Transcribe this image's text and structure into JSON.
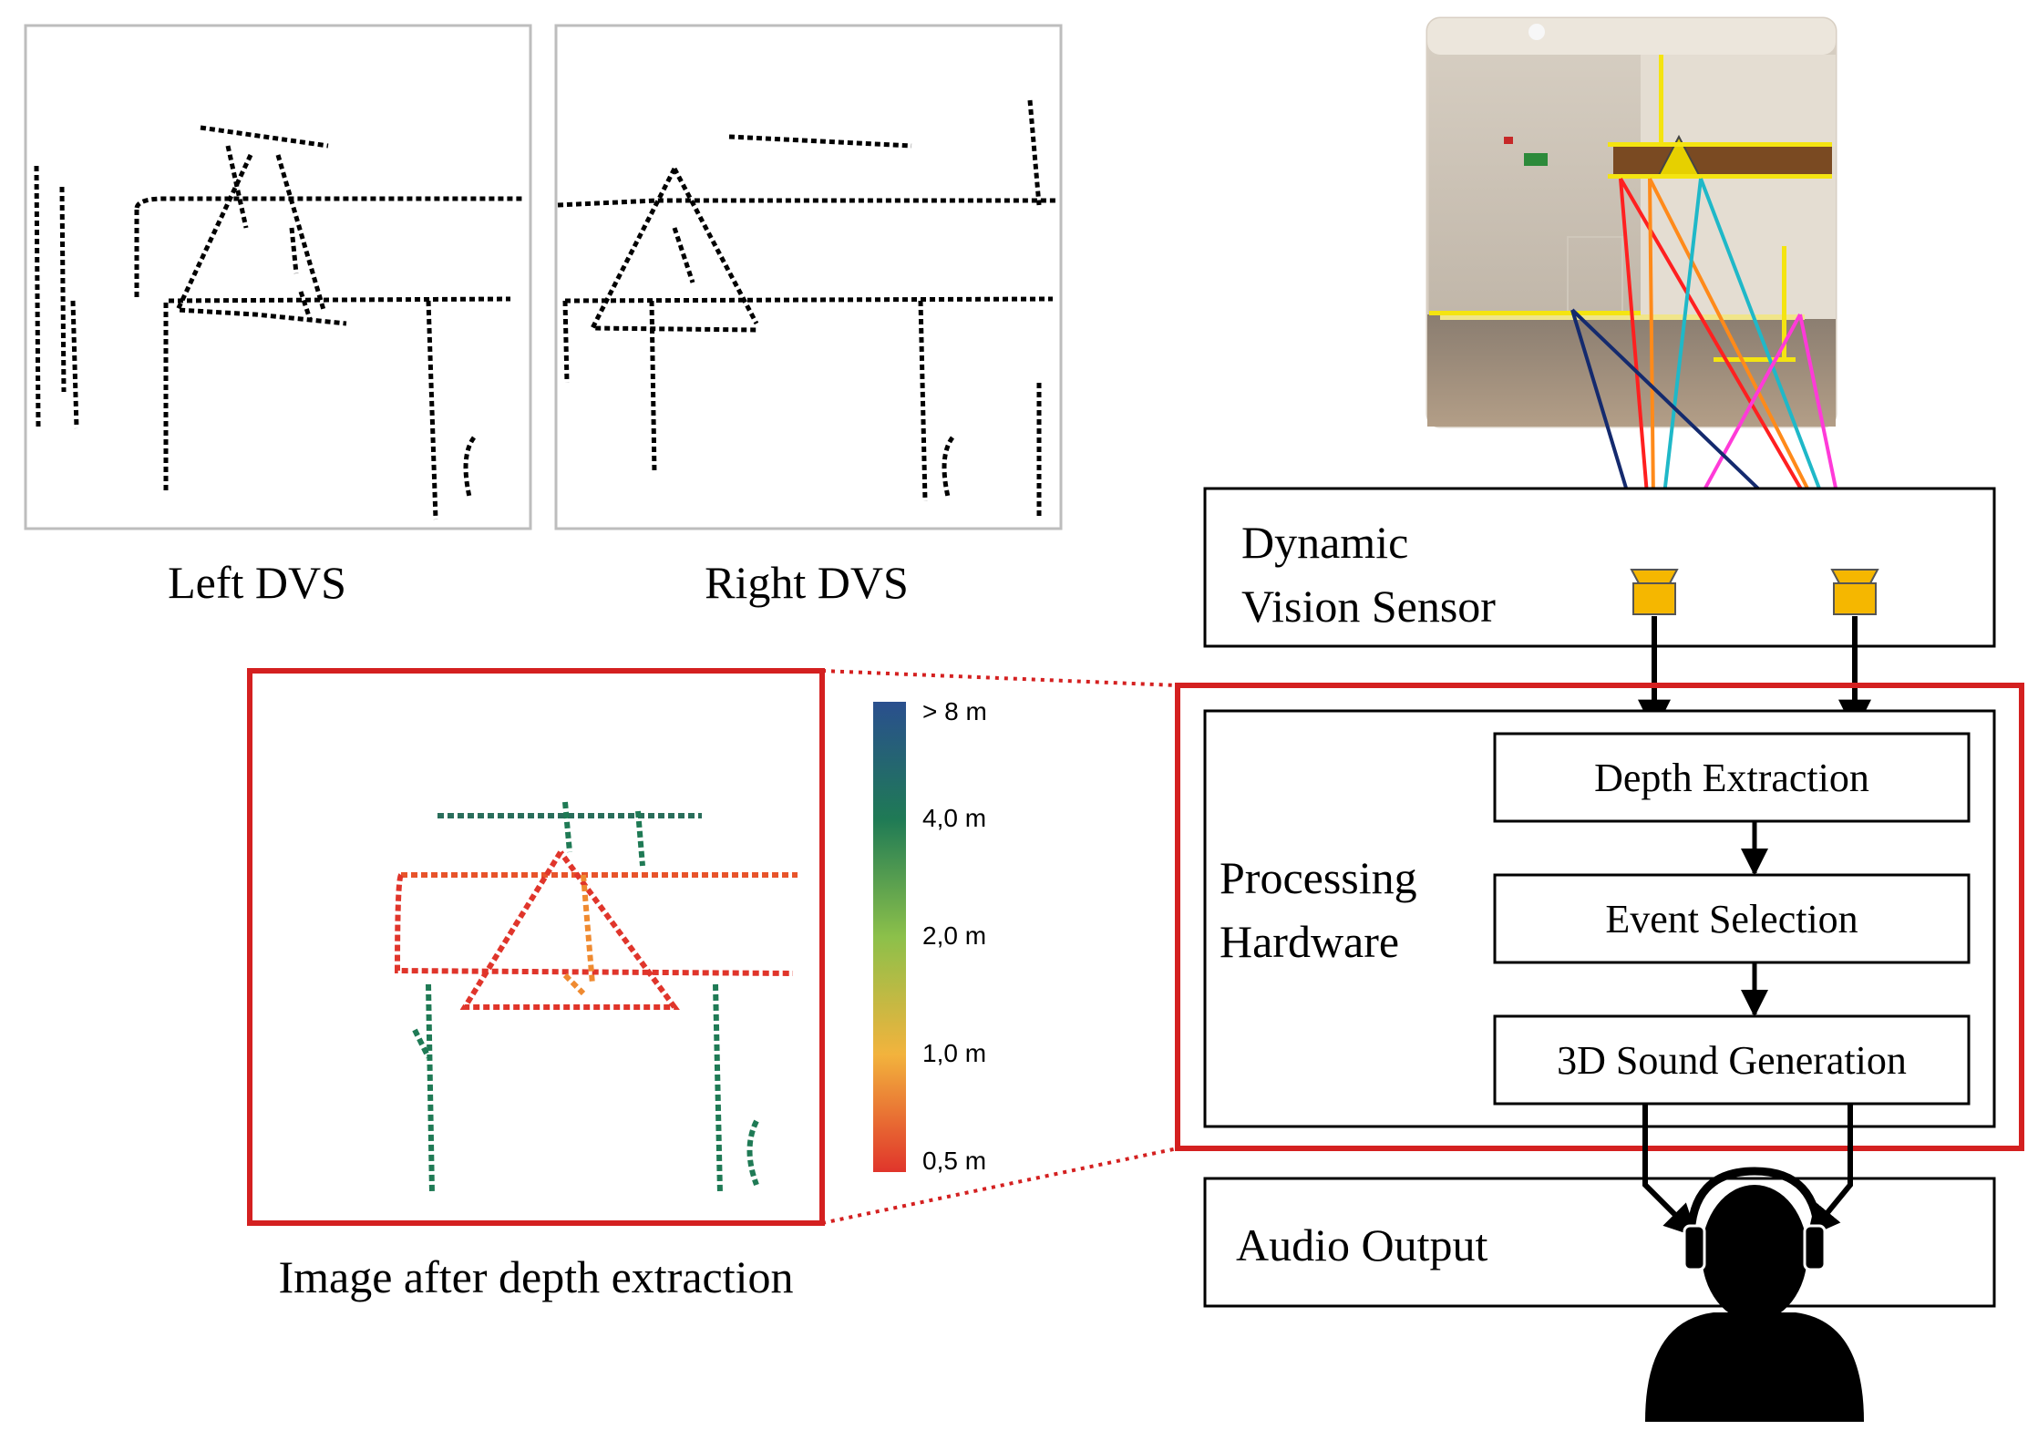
{
  "panels": {
    "left_dvs_caption": "Left DVS",
    "right_dvs_caption": "Right DVS",
    "depth_caption": "Image after depth extraction"
  },
  "colorbar": {
    "labels": [
      "> 8 m",
      "4,0 m",
      "2,0 m",
      "1,0 m",
      "0,5 m"
    ],
    "colors": [
      "#2a4f8e",
      "#1f7a55",
      "#8cc04a",
      "#f2b33d",
      "#e0352b"
    ]
  },
  "blocks": {
    "dvs_line1": "Dynamic",
    "dvs_line2": "Vision Sensor",
    "processing_line1": "Processing",
    "processing_line2": "Hardware",
    "depth_extraction": "Depth Extraction",
    "event_selection": "Event Selection",
    "sound_generation": "3D Sound Generation",
    "audio_output": "Audio Output"
  },
  "colors": {
    "highlight": "#d42020",
    "sensor": "#f5b700",
    "ray_red": "#ff2020",
    "ray_orange": "#ff8a1a",
    "ray_cyan": "#1fb8c8",
    "ray_magenta": "#ff3ad8",
    "ray_navy": "#142a6e"
  }
}
